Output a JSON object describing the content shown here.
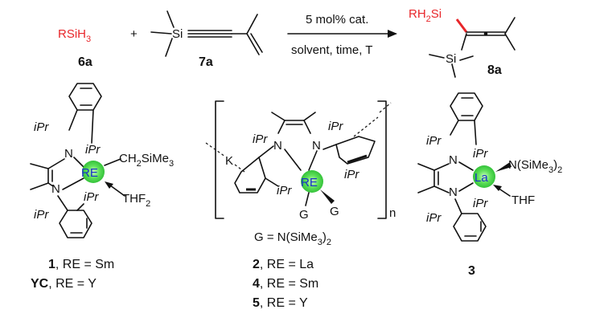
{
  "reaction": {
    "reactant1": {
      "formula_main": "RSiH",
      "formula_sub": "3",
      "label": "6a"
    },
    "plus": "+",
    "reactant2": {
      "atom": "Si",
      "label": "7a"
    },
    "arrow_top": "5 mol% cat.",
    "arrow_bottom": "solvent, time, T",
    "product": {
      "group_main": "RH",
      "group_sub": "2",
      "group_tail": "Si",
      "atom": "Si",
      "label": "8a"
    }
  },
  "catalysts": {
    "c1": {
      "metal": "RE",
      "ligand_top": "CH",
      "ligand_top_sub": "2",
      "ligand_top_tail": "SiMe",
      "ligand_top_sub2": "3",
      "ligand_bottom": "THF",
      "ligand_bottom_sub": "2",
      "n_top": "N",
      "n_bottom": "N",
      "ipr": "iPr",
      "line1_bold": "1",
      "line1_rest": ", RE = Sm",
      "line2_bold": "YC",
      "line2_rest": ", RE = Y"
    },
    "c2": {
      "metal": "RE",
      "k": "K",
      "n_left": "N",
      "n_right": "N",
      "g": "G",
      "ipr": "iPr",
      "repeat": "n",
      "g_def_main": "G = N(SiMe",
      "g_def_sub": "3",
      "g_def_tail": ")",
      "g_def_sub2": "2",
      "lines": [
        {
          "bold": "2",
          "rest": ", RE = La"
        },
        {
          "bold": "4",
          "rest": ", RE = Sm"
        },
        {
          "bold": "5",
          "rest": ", RE = Y"
        }
      ]
    },
    "c3": {
      "metal": "La",
      "ligand_top": "N(SiMe",
      "ligand_top_sub": "3",
      "ligand_top_tail": ")",
      "ligand_top_sub2": "2",
      "ligand_bottom": "THF",
      "n_top": "N",
      "n_bottom": "N",
      "ipr": "iPr",
      "label": "3"
    }
  },
  "colors": {
    "red": "#e8262a",
    "metal_blue": "#1a30c8",
    "metal_glow": "#4ee04e"
  }
}
